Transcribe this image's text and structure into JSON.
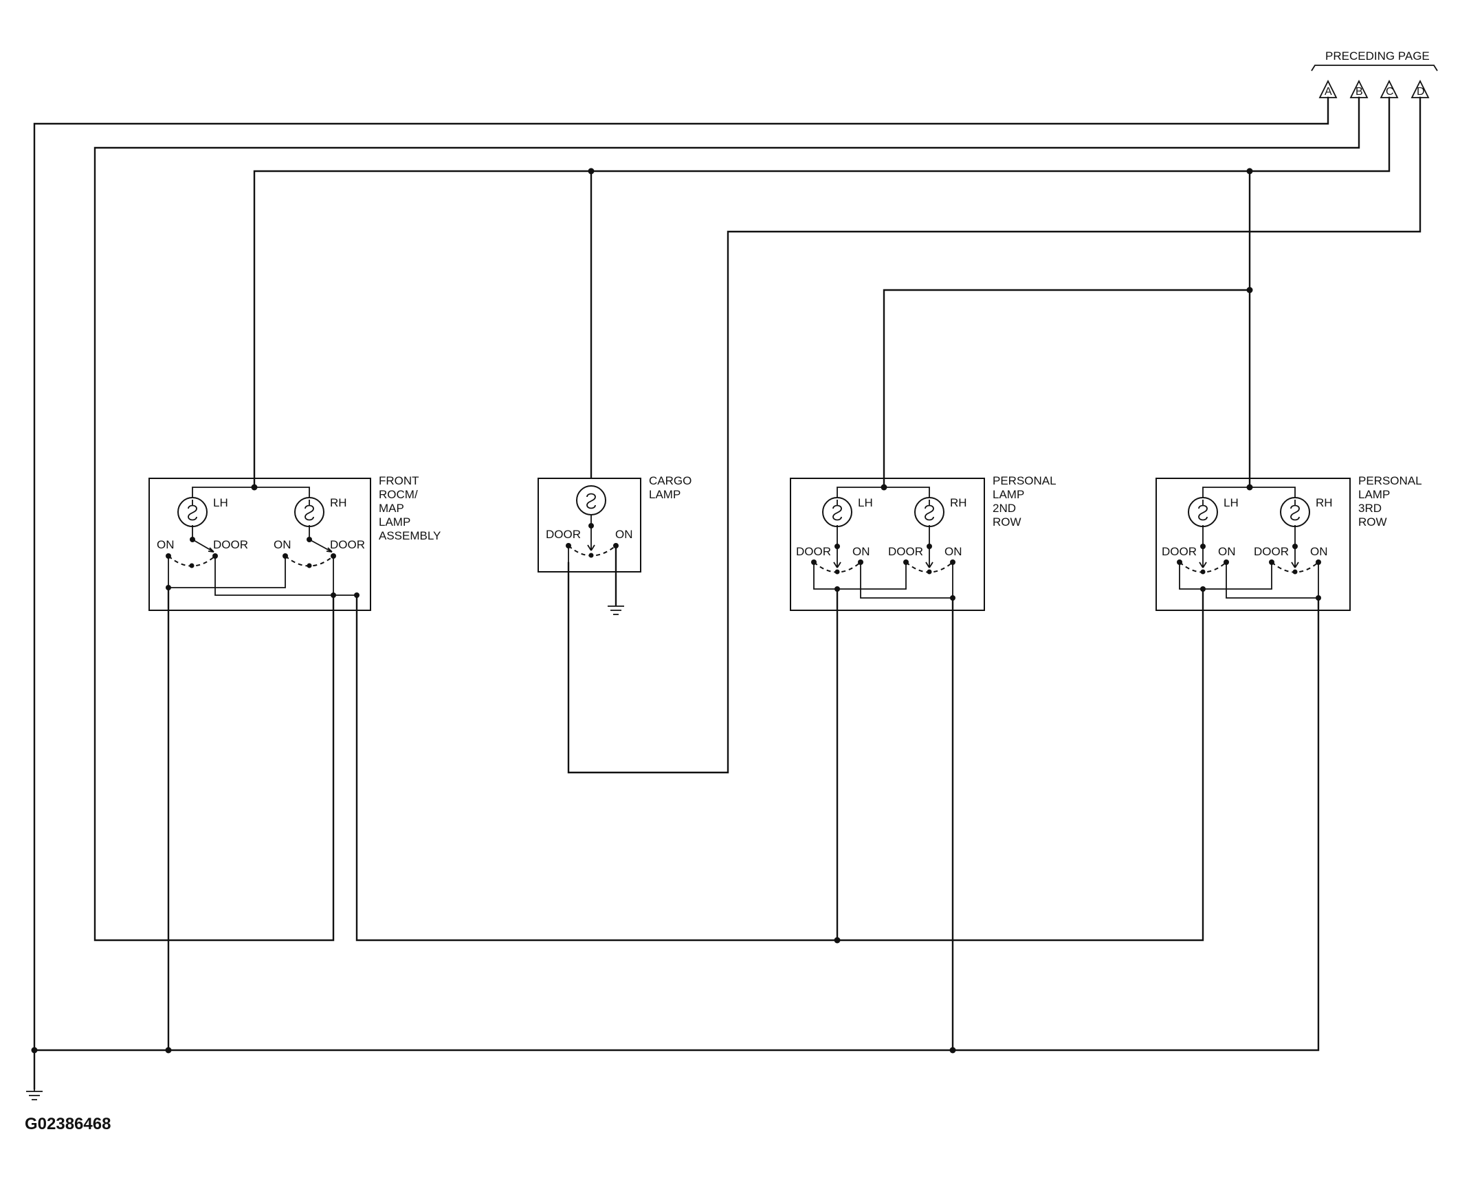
{
  "preceding_page": {
    "label": "PRECEDING PAGE",
    "connectors": [
      "A",
      "B",
      "C",
      "D"
    ]
  },
  "components": {
    "front": {
      "name_lines": [
        "FRONT",
        "ROCM/",
        "MAP",
        "LAMP",
        "ASSEMBLY"
      ],
      "lh": "LH",
      "rh": "RH",
      "on": "ON",
      "door": "DOOR"
    },
    "cargo": {
      "name_lines": [
        "CARGO",
        "LAMP"
      ],
      "on": "ON",
      "door": "DOOR"
    },
    "row2": {
      "name_lines": [
        "PERSONAL",
        "LAMP",
        "2ND",
        "ROW"
      ],
      "lh": "LH",
      "rh": "RH",
      "on": "ON",
      "door": "DOOR"
    },
    "row3": {
      "name_lines": [
        "PERSONAL",
        "LAMP",
        "3RD",
        "ROW"
      ],
      "lh": "LH",
      "rh": "RH",
      "on": "ON",
      "door": "DOOR"
    }
  },
  "figure_code": "G02386468"
}
